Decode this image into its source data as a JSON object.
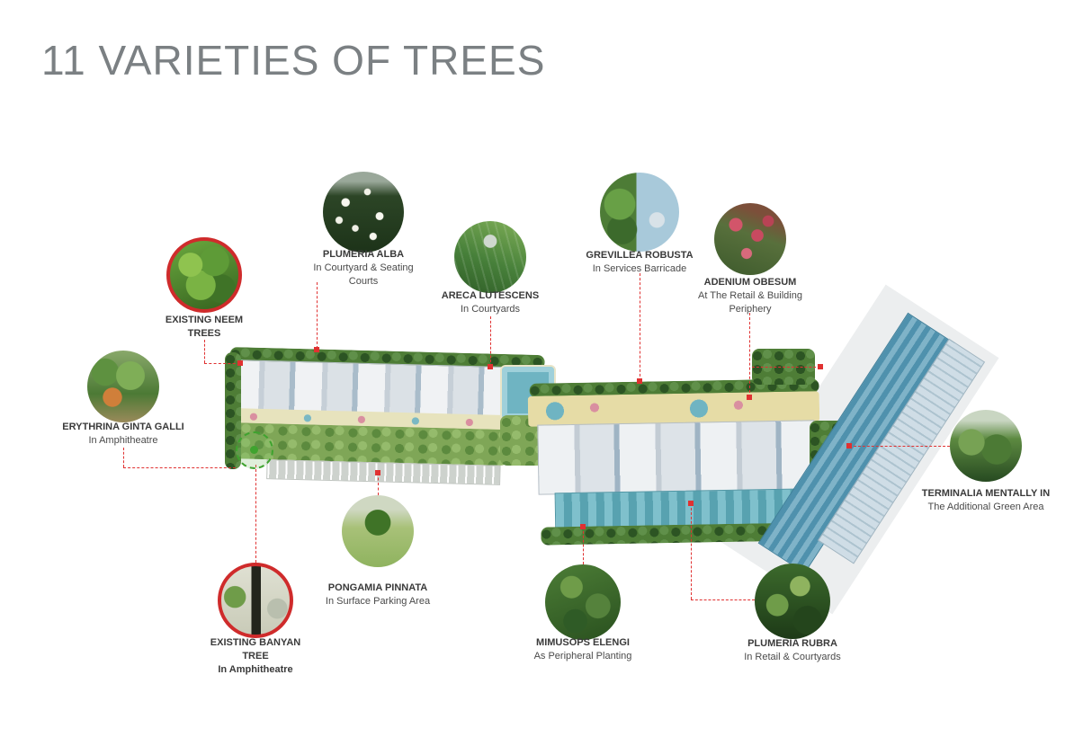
{
  "page": {
    "title": "11 VARIETIES OF TREES"
  },
  "colors": {
    "title": "#7b8083",
    "connector": "#e03131",
    "highlight": "#cf2b2b",
    "marker_green": "#3fa32f"
  },
  "trees": [
    {
      "id": "existing-neem-trees",
      "name": "EXISTING NEEM TREES",
      "location": "",
      "highlighted": true
    },
    {
      "id": "plumeria-alba",
      "name": "PLUMERIA ALBA",
      "location": "In Courtyard & Seating Courts",
      "highlighted": false
    },
    {
      "id": "areca-lutescens",
      "name": "ARECA LUTESCENS",
      "location": "In Courtyards",
      "highlighted": false
    },
    {
      "id": "grevillea-robusta",
      "name": "GREVILLEA ROBUSTA",
      "location": "In Services Barricade",
      "highlighted": false
    },
    {
      "id": "adenium-obesum",
      "name": "ADENIUM OBESUM",
      "location": "At The Retail & Building Periphery",
      "highlighted": false
    },
    {
      "id": "erythrina-ginta-galli",
      "name": "ERYTHRINA GINTA GALLI",
      "location": "In Amphitheatre",
      "highlighted": false
    },
    {
      "id": "terminalia-mentally",
      "name": "TERMINALIA MENTALLY IN",
      "location": "The Additional Green Area",
      "highlighted": false
    },
    {
      "id": "existing-banyan-tree",
      "name": "EXISTING BANYAN TREE",
      "location": "In Amphitheatre",
      "highlighted": true
    },
    {
      "id": "pongamia-pinnata",
      "name": "PONGAMIA PINNATA",
      "location": "In Surface Parking Area",
      "highlighted": false
    },
    {
      "id": "mimusops-elengi",
      "name": "MIMUSOPS ELENGI",
      "location": "As Peripheral Planting",
      "highlighted": false
    },
    {
      "id": "plumeria-rubra",
      "name": "PLUMERIA RUBRA",
      "location": "In Retail & Courtyards",
      "highlighted": false
    }
  ]
}
